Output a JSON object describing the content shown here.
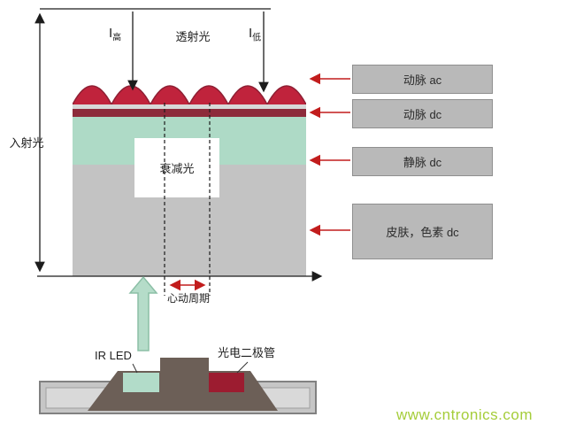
{
  "diagram": {
    "incident_light": "入射光",
    "transmitted_light": "透射光",
    "intensity_high": {
      "symbol": "I",
      "sub": "高"
    },
    "intensity_low": {
      "symbol": "I",
      "sub": "低"
    },
    "attenuated_light": "衰减光",
    "cardiac_cycle": "心动周期"
  },
  "legend": [
    {
      "label": "动脉 ac"
    },
    {
      "label": "动脉 dc"
    },
    {
      "label": "静脉 dc"
    },
    {
      "label": "皮肤，色素 dc"
    }
  ],
  "sensor": {
    "ir_led": "IR LED",
    "photodiode": "光电二极管"
  },
  "watermark": "www.cntronics.com",
  "colors": {
    "artery_pulse": "#c0233c",
    "artery_band": "#8d2b3b",
    "vein_layer": "#aedac6",
    "skin_layer": "#c3c3c3",
    "legend_box": "#b9b9b9",
    "red_arrow": "#c21d1d",
    "green_arrow": "#b5dcc9",
    "sensor_body": "#6c5f57",
    "photodiode_red": "#9c1c30",
    "watermark_green": "#a5cd3a"
  }
}
